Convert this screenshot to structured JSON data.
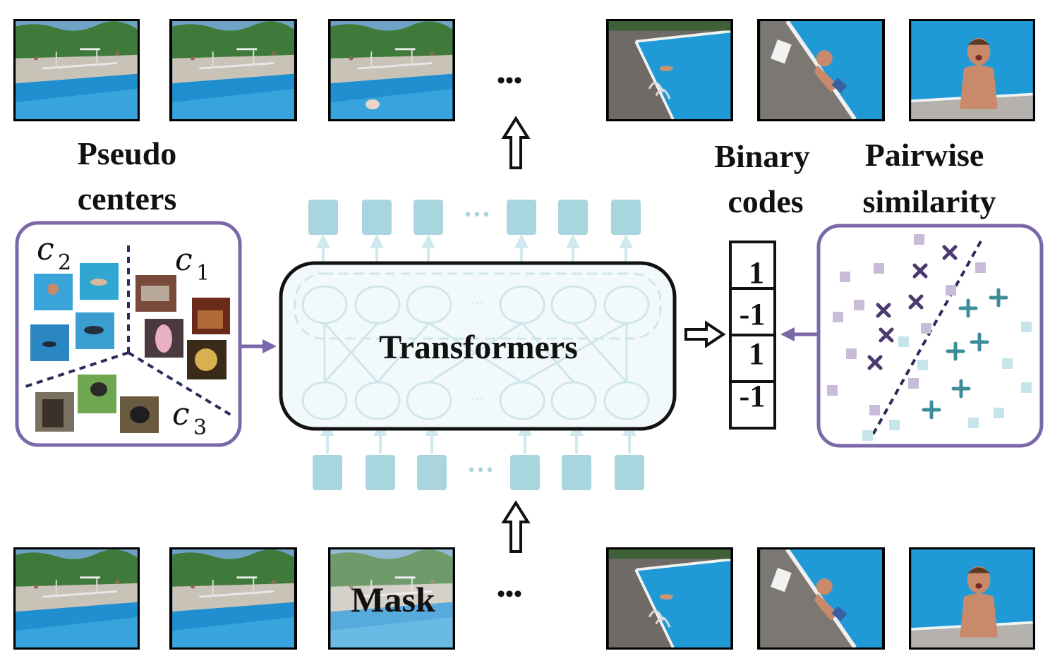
{
  "labels": {
    "pseudo_centers_line1": "Pseudo",
    "pseudo_centers_line2": "centers",
    "transformers": "Transformers",
    "binary_codes_line1": "Binary",
    "binary_codes_line2": "codes",
    "pairwise_line1": "Pairwise",
    "pairwise_line2": "similarity",
    "mask": "Mask",
    "ellipsis": "•••"
  },
  "centers": [
    {
      "symbol": "c",
      "subscript": "2"
    },
    {
      "symbol": "c",
      "subscript": "1"
    },
    {
      "symbol": "c",
      "subscript": "3"
    }
  ],
  "binary_codes": [
    "1",
    "-1",
    "1",
    "-1"
  ],
  "colors": {
    "purple": "#7a68a8",
    "teal_token": "#a9d6de",
    "teal_faint": "#d6edf1",
    "lavender": "#c9bcd9",
    "dark_cross": "#4a3a6e",
    "teal_plus": "#3d8c9a",
    "pool_blue": "#2b9ed6",
    "grass": "#3f7a3a"
  },
  "icons": {
    "up_arrow": "outlined-up-arrow-icon",
    "right_arrow": "outlined-right-arrow-icon",
    "cross": "cross-marker-icon",
    "plus": "plus-marker-icon"
  }
}
